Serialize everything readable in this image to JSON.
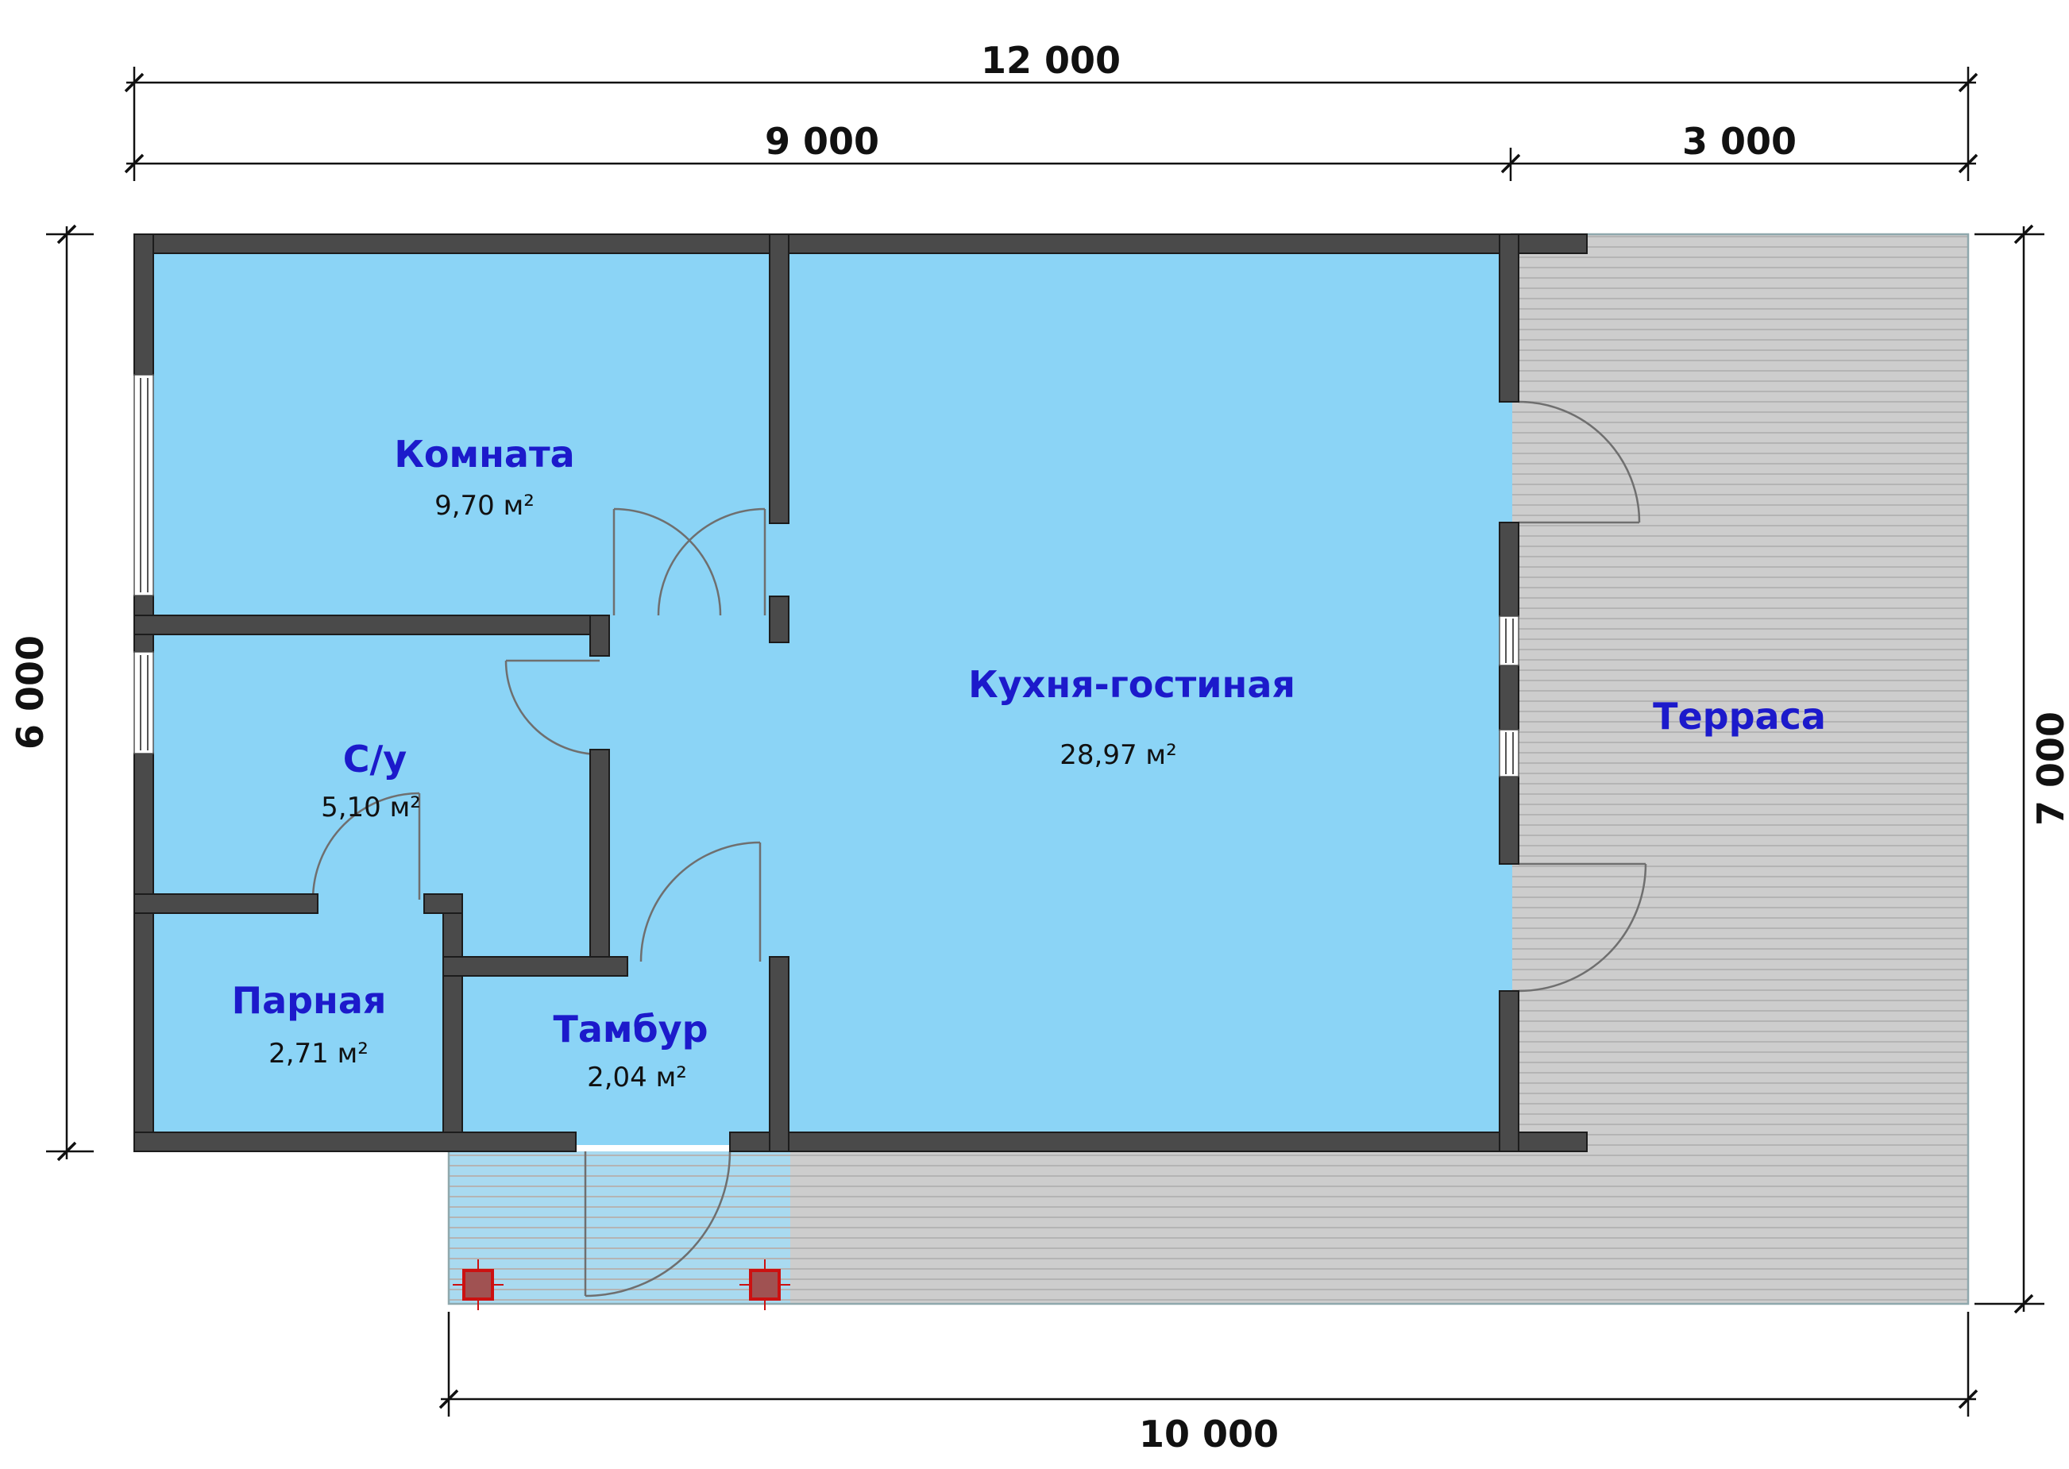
{
  "plan": {
    "rooms": [
      {
        "name": "Комната",
        "area": "9,70 м²"
      },
      {
        "name": "Кухня-гостиная",
        "area": "28,97 м²"
      },
      {
        "name": "С/у",
        "area": "5,10 м²"
      },
      {
        "name": "Парная",
        "area": "2,71 м²"
      },
      {
        "name": "Тамбур",
        "area": "2,04 м²"
      },
      {
        "name": "Терраса"
      }
    ],
    "dimensions": {
      "total_width": "12 000",
      "house_width": "9 000",
      "terrace_width": "3 000",
      "house_depth": "6 000",
      "terrace_depth": "7 000",
      "deck_width": "10 000"
    },
    "colors": {
      "room_fill": "#8bd4f6",
      "porch_fill": "#a9daf0",
      "wall": "#4a4a4a",
      "terrace_fill": "#cdcdcd",
      "deck_line": "#b4b4b4",
      "label": "#1c1acb",
      "dimension": "#111111",
      "column": "#cc1111"
    }
  }
}
